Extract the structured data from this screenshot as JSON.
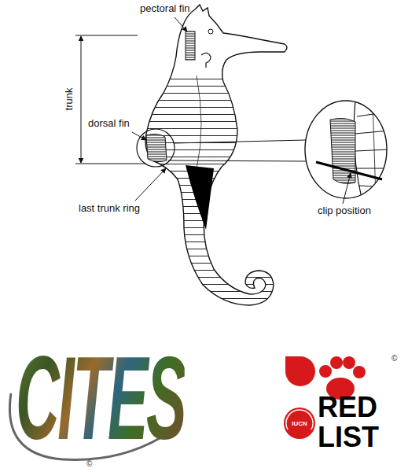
{
  "diagram": {
    "labels": [
      "pectoral fin",
      "trunk",
      "dorsal fin",
      "last trunk ring",
      "clip position",
      "CITES",
      "©",
      "IUCN",
      "RED",
      "LIST",
      "©"
    ]
  }
}
